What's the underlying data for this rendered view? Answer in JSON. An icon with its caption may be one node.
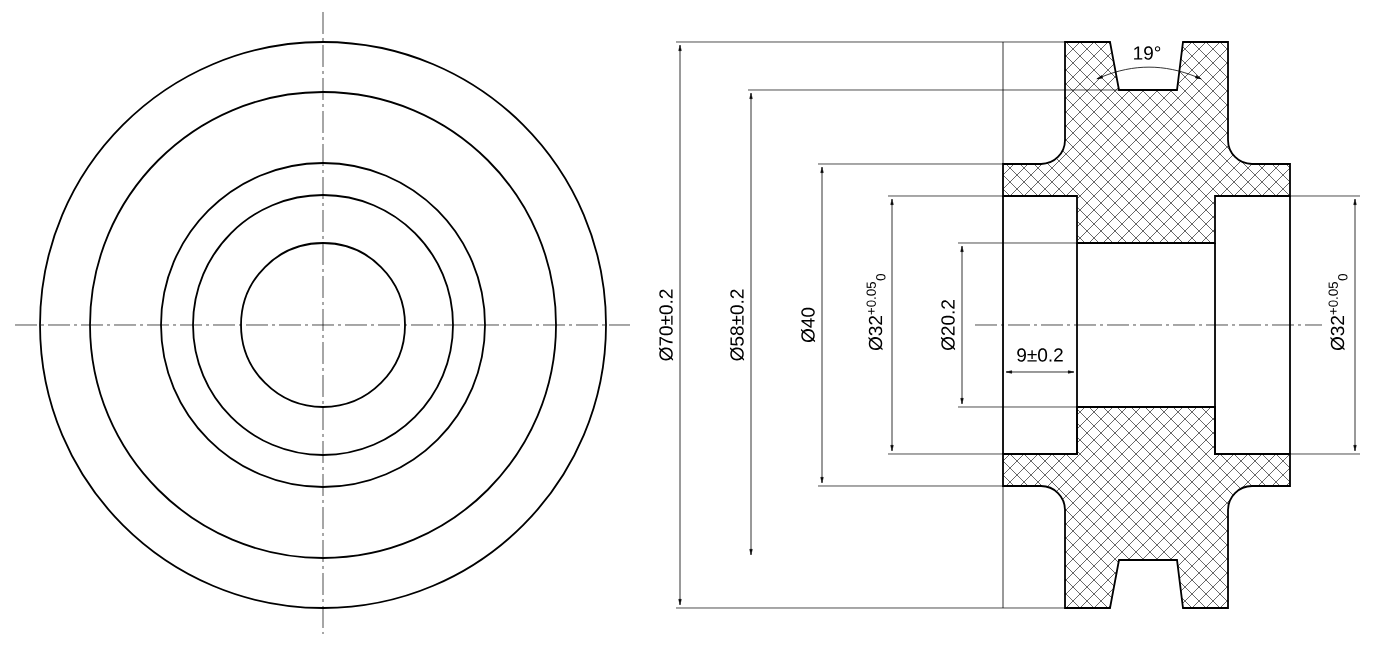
{
  "diagram": {
    "labels": [
      "19°",
      "Ø70±0.2",
      "Ø58±0.2",
      "Ø40",
      "Ø32$^{+0.05}$$_{0}$",
      "Ø20.2",
      "9±0.2",
      "Ø32$^{+0.05}$$_{0}$"
    ]
  }
}
